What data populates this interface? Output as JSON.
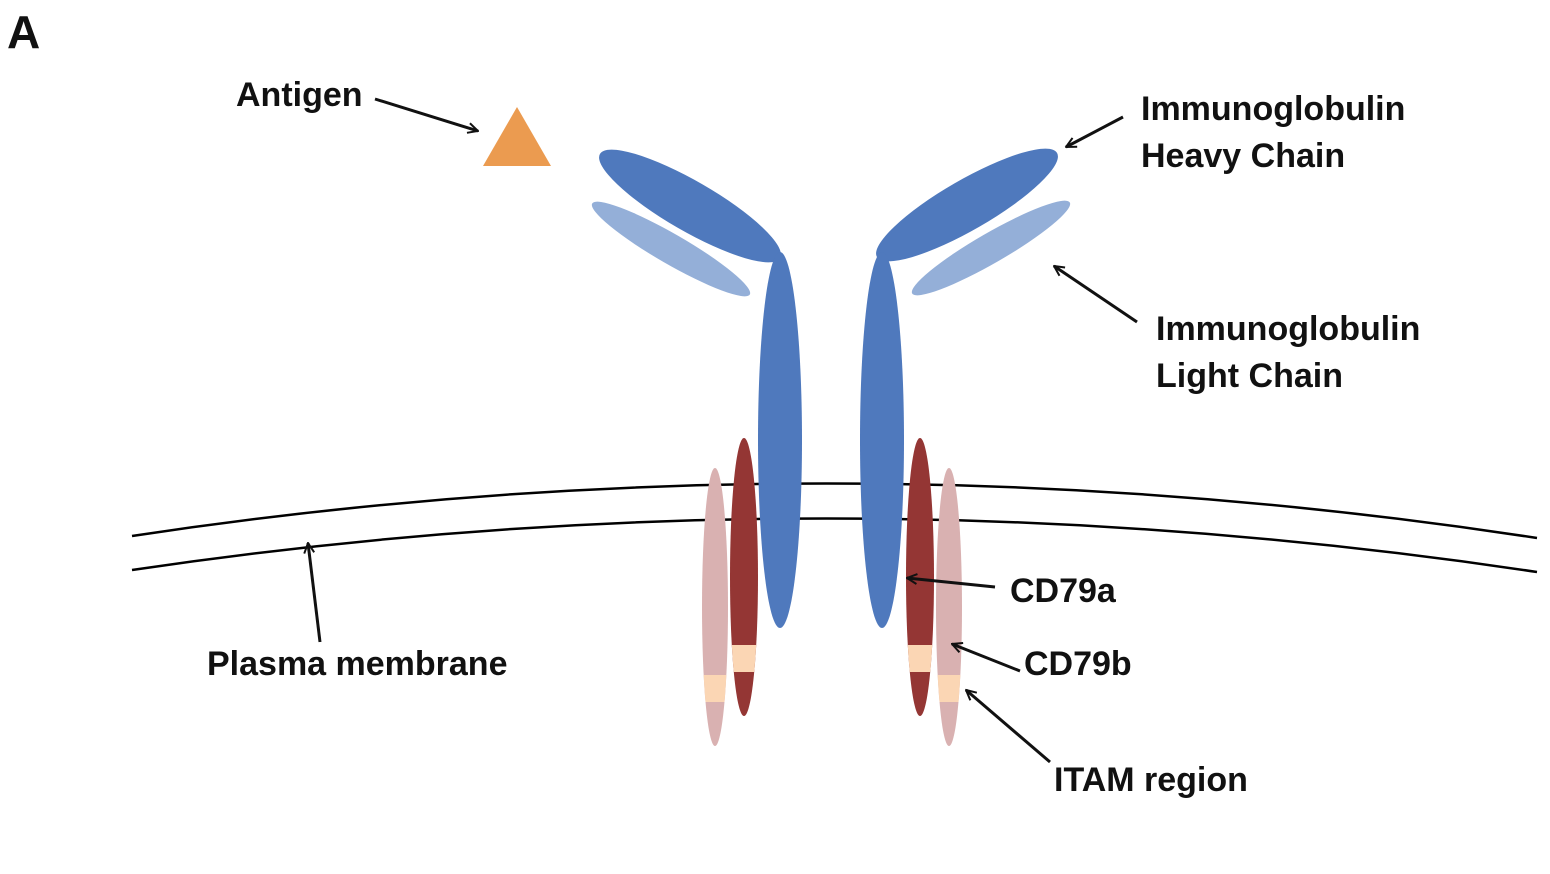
{
  "panel_label": "A",
  "labels": {
    "antigen": "Antigen",
    "heavy_chain_line1": "Immunoglobulin",
    "heavy_chain_line2": "Heavy Chain",
    "light_chain_line1": "Immunoglobulin",
    "light_chain_line2": "Light Chain",
    "plasma_membrane": "Plasma membrane",
    "cd79a": "CD79a",
    "cd79b": "CD79b",
    "itam_region": "ITAM region"
  },
  "colors": {
    "antigen": "#EB9B50",
    "heavy_chain": "#4F79BD",
    "light_chain": "#94AFD8",
    "cd79a": "#943634",
    "cd79b": "#D9B1B1",
    "itam": "#FBD6B4",
    "membrane": "#000000",
    "text": "#111111"
  }
}
